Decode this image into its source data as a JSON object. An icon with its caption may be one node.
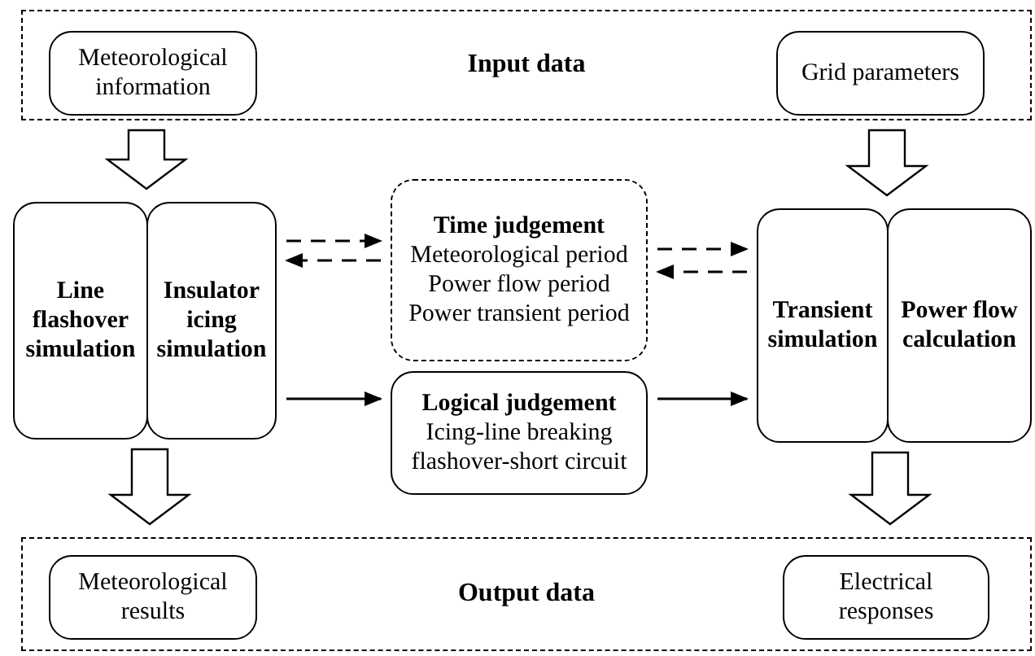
{
  "diagram": {
    "nodes": [
      {
        "text": [
          "Input data"
        ]
      },
      {
        "text": [
          "Meteorological information"
        ],
        "in": 0
      },
      {
        "text": [
          "Grid parameters"
        ],
        "in": 0
      },
      {
        "text": [
          "Line flashover simulation"
        ]
      },
      {
        "text": [
          "Insulator icing simulation"
        ]
      },
      {
        "text": [
          "Time judgement",
          "Meteorological period",
          "Power flow period",
          "Power transient period"
        ]
      },
      {
        "text": [
          "Logical judgement",
          "Icing-line breaking",
          "flashover-short circuit"
        ]
      },
      {
        "text": [
          "Transient simulation"
        ]
      },
      {
        "text": [
          "Power flow calculation"
        ]
      },
      {
        "text": [
          "Output data"
        ]
      },
      {
        "text": [
          "Meteorological results"
        ],
        "in": 9
      },
      {
        "text": [
          "Electrical responses"
        ],
        "in": 9
      }
    ],
    "edges": [
      {
        "from": 0,
        "to": 3,
        "arrow": "to",
        "style": "thick"
      },
      {
        "from": 0,
        "to": 7,
        "arrow": "to",
        "style": "thick"
      },
      {
        "from": 4,
        "to": 5,
        "arrow": "to",
        "style": "dashed"
      },
      {
        "from": 5,
        "to": 4,
        "arrow": "to",
        "style": "dashed"
      },
      {
        "from": 5,
        "to": 7,
        "arrow": "to",
        "style": "dashed"
      },
      {
        "from": 7,
        "to": 5,
        "arrow": "to",
        "style": "dashed"
      },
      {
        "from": 4,
        "to": 6,
        "arrow": "to"
      },
      {
        "from": 6,
        "to": 7,
        "arrow": "to"
      },
      {
        "from": 3,
        "to": 9,
        "arrow": "to",
        "style": "thick"
      },
      {
        "from": 7,
        "to": 9,
        "arrow": "to",
        "style": "thick"
      }
    ]
  }
}
